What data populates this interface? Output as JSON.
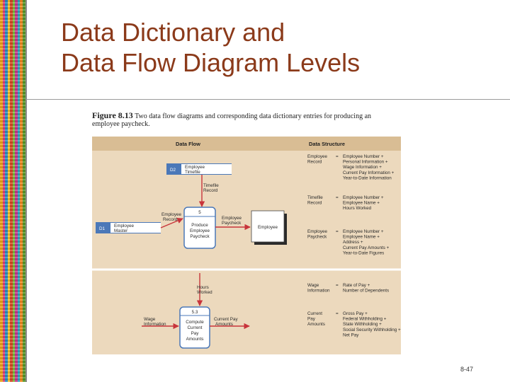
{
  "slide": {
    "title_line1": "Data Dictionary and",
    "title_line2": "Data Flow Diagram Levels",
    "page_number": "8-47"
  },
  "figure": {
    "label": "Figure 8.13",
    "caption_line1": "Two data flow diagrams and corresponding data dictionary entries for producing an",
    "caption_line2": "employee paycheck.",
    "header_left": "Data Flow",
    "header_right": "Data Structure",
    "dfd1": {
      "d2_id": "D2",
      "d2_name_1": "Employee",
      "d2_name_2": "Timefile",
      "d1_id": "D1",
      "d1_name_1": "Employee",
      "d1_name_2": "Master",
      "timefile_record_1": "Timefile",
      "timefile_record_2": "Record",
      "employee_record_1": "Employee",
      "employee_record_2": "Record",
      "process_id": "5",
      "process_1": "Produce",
      "process_2": "Employee",
      "process_3": "Paycheck",
      "paycheck_flow_1": "Employee",
      "paycheck_flow_2": "Paycheck",
      "entity": "Employee"
    },
    "dfd2": {
      "hours_worked_1": "Hours",
      "hours_worked_2": "Worked",
      "process_id": "5.3",
      "process_1": "Compute",
      "process_2": "Current",
      "process_3": "Pay",
      "process_4": "Amounts",
      "wage_info_1": "Wage",
      "wage_info_2": "Information",
      "current_pay_1": "Current Pay",
      "current_pay_2": "Amounts"
    },
    "entries": [
      {
        "term": [
          "Employee",
          "Record"
        ],
        "items": [
          "Employee Number +",
          "Personal Information +",
          "Wage Information +",
          "Current Pay Information +",
          "Year-to-Date Information"
        ]
      },
      {
        "term": [
          "Timefile",
          "Record"
        ],
        "items": [
          "Employee Number +",
          "Employee Name +",
          "Hours Worked"
        ]
      },
      {
        "term": [
          "Employee",
          "Paycheck"
        ],
        "items": [
          "Employee Number +",
          "Employee Name +",
          "Address +",
          "Current Pay Amounts +",
          "Year-to-Date Figures"
        ]
      },
      {
        "term": [
          "Wage",
          "Information"
        ],
        "items": [
          "Rate of Pay +",
          "Number of Dependents"
        ]
      },
      {
        "term": [
          "Current",
          "Pay",
          "Amounts"
        ],
        "items": [
          "Gross Pay +",
          "Federal Withholding +",
          "State Withholding +",
          "Social Security Withholding +",
          "Net Pay"
        ]
      }
    ]
  }
}
